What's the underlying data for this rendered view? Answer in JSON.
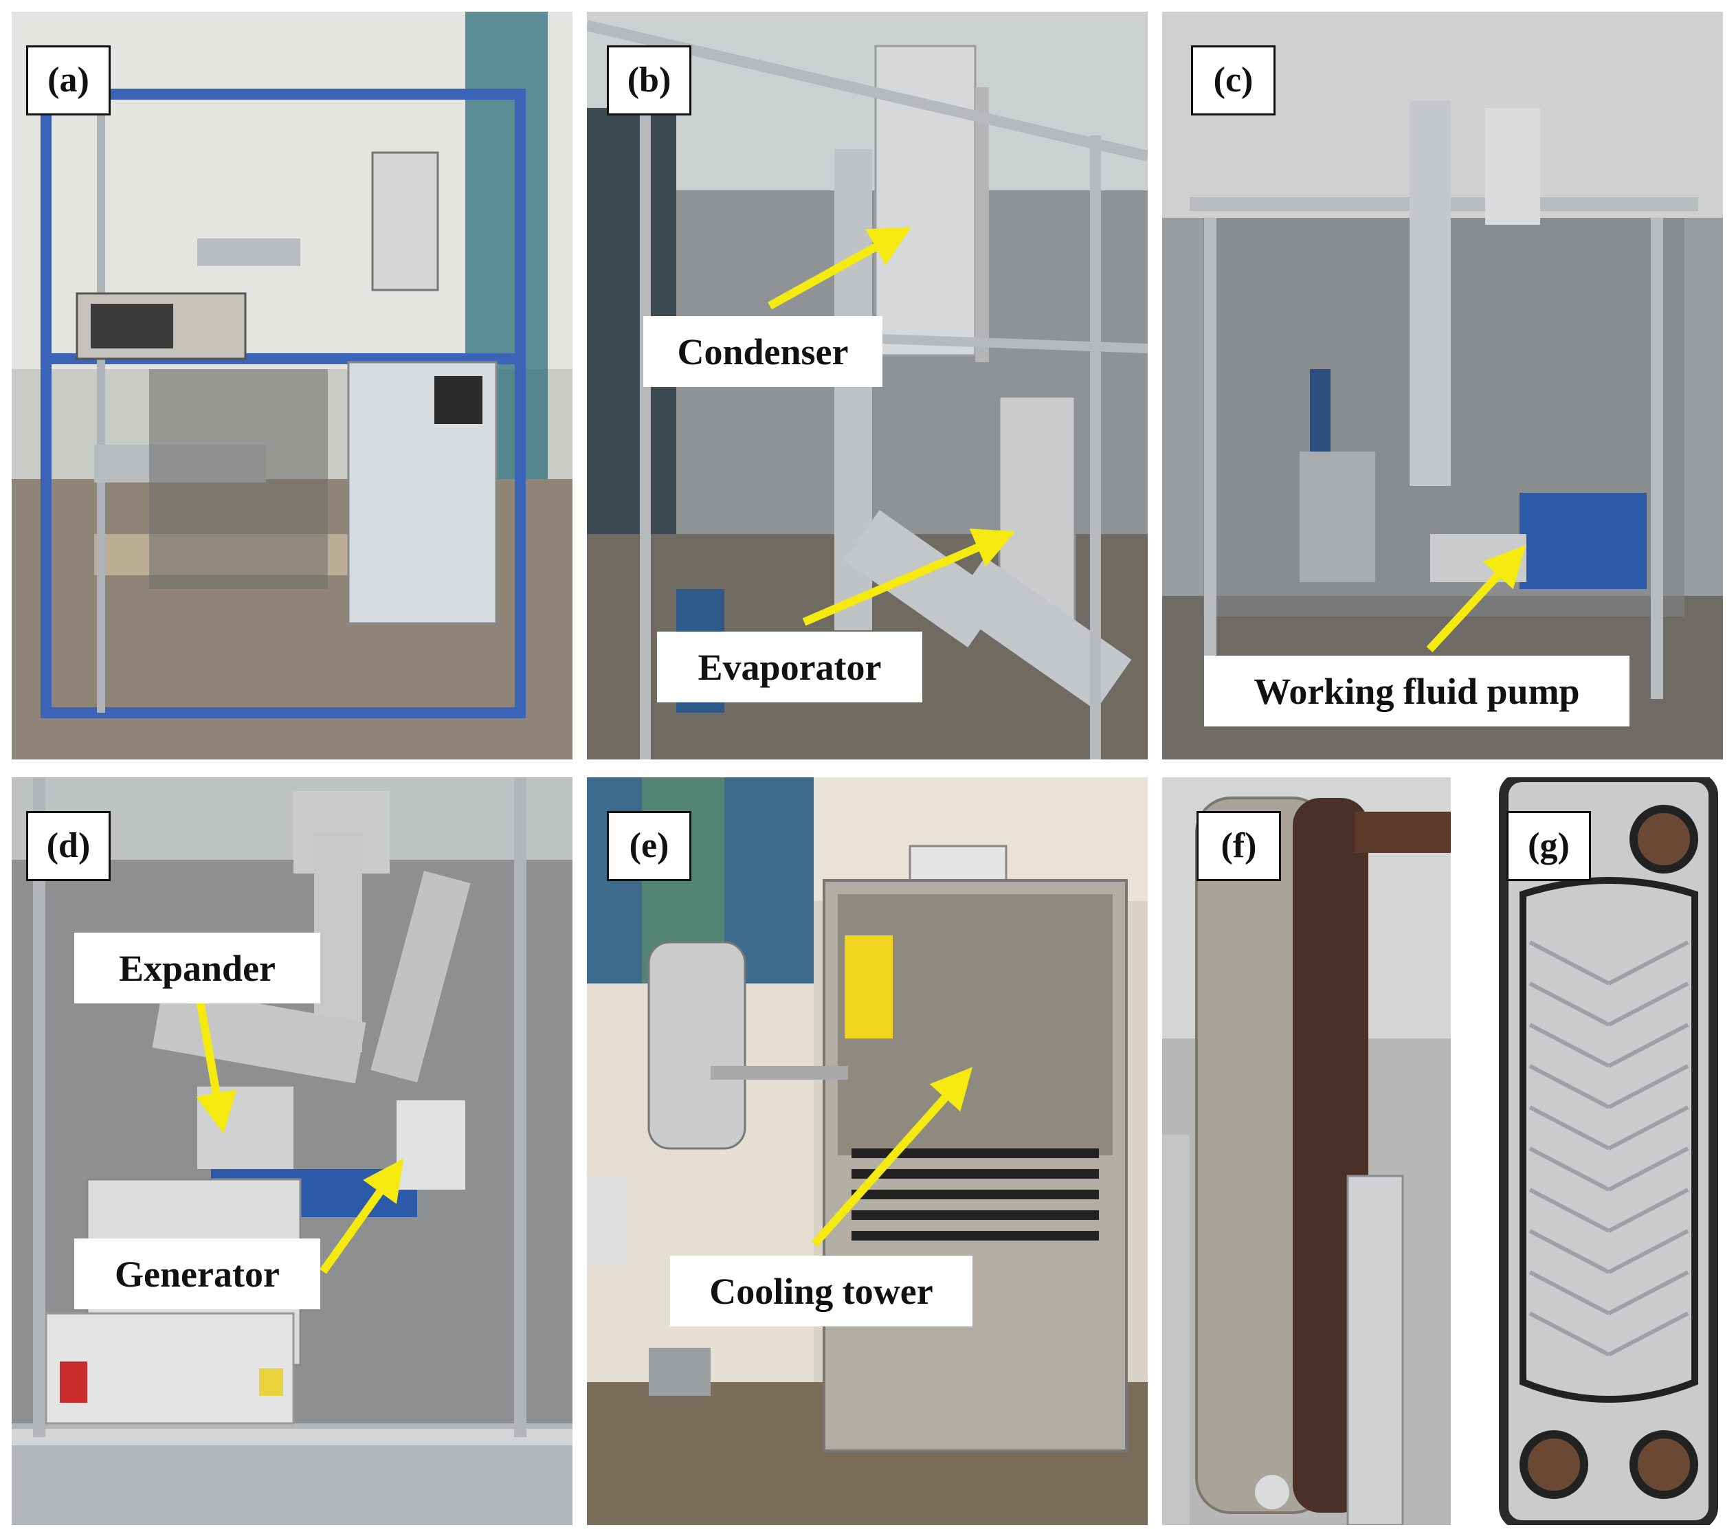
{
  "panels": {
    "a": {
      "tag": "(a)"
    },
    "b": {
      "tag": "(b)",
      "labels": [
        "Condenser",
        "Evaporator"
      ]
    },
    "c": {
      "tag": "(c)",
      "labels": [
        "Working fluid pump"
      ]
    },
    "d": {
      "tag": "(d)",
      "labels": [
        "Expander",
        "Generator"
      ]
    },
    "e": {
      "tag": "(e)",
      "labels": [
        "Cooling tower"
      ]
    },
    "f": {
      "tag": "(f)"
    },
    "g": {
      "tag": "(g)"
    }
  },
  "colors": {
    "arrow": "#f5ea10",
    "frame": "#3b63b8",
    "steel": "#b9bcbf",
    "floor": "#8a7c6b"
  }
}
